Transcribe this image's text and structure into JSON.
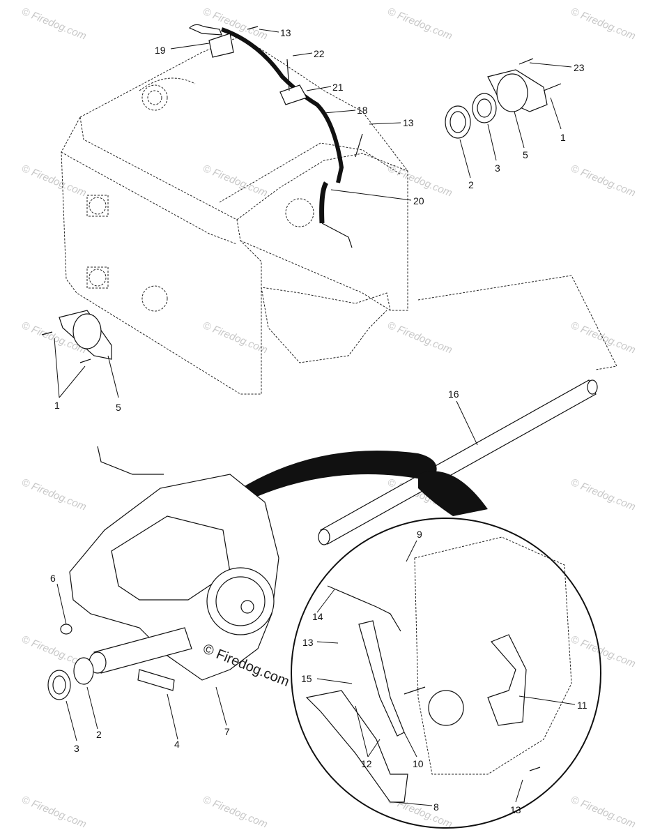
{
  "diagram": {
    "callouts": [
      "13",
      "19",
      "22",
      "21",
      "18",
      "13",
      "20",
      "23",
      "1",
      "5",
      "3",
      "2",
      "1",
      "5",
      "16",
      "6",
      "3",
      "2",
      "4",
      "7",
      "9",
      "14",
      "13",
      "15",
      "12",
      "10",
      "8",
      "11",
      "13"
    ],
    "watermark": "© Firedog.com",
    "center_watermark": "© Firedog.com"
  }
}
